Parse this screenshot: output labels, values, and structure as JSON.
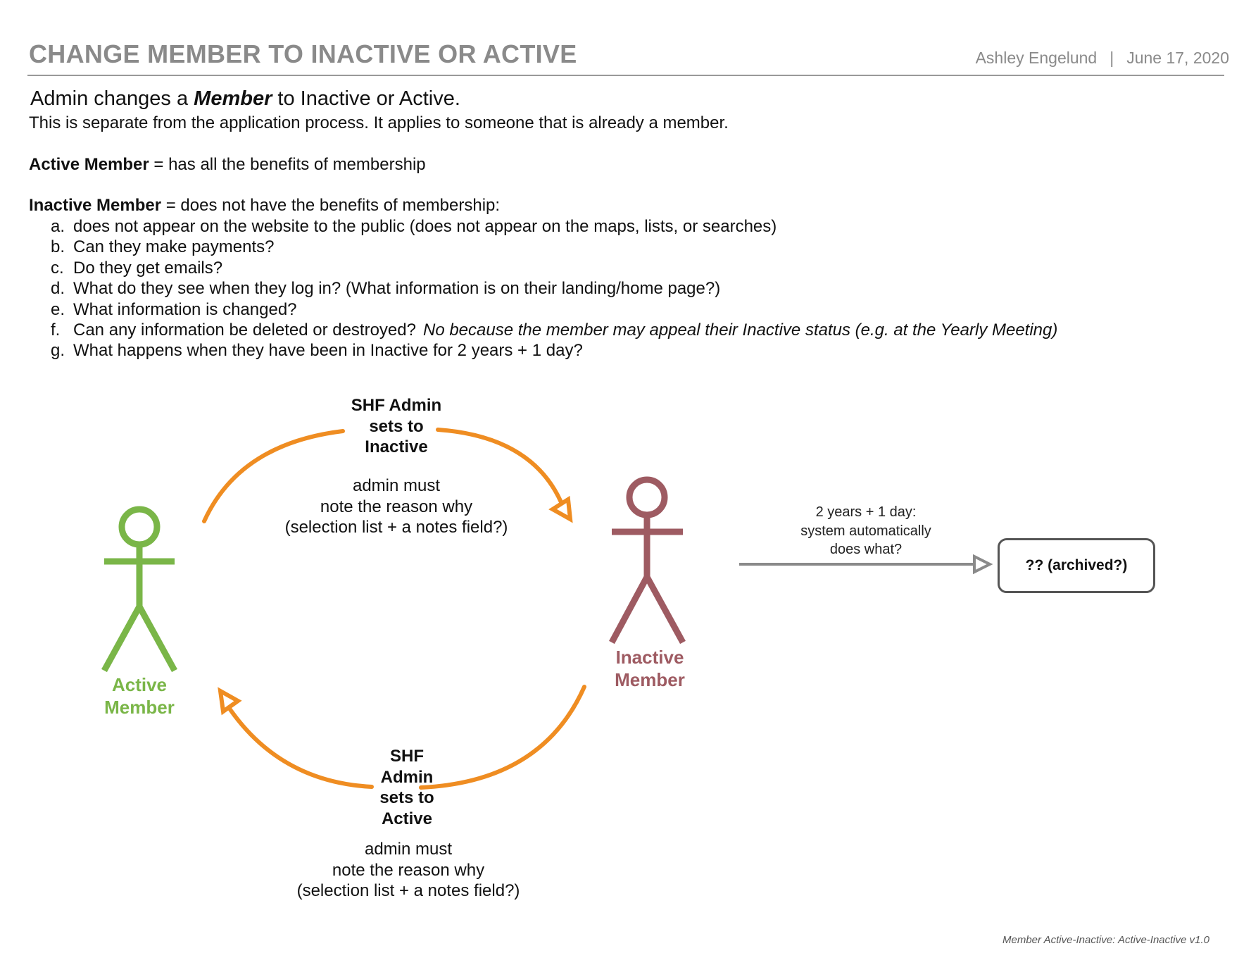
{
  "header": {
    "title": "CHANGE MEMBER TO INACTIVE OR ACTIVE",
    "author": "Ashley Engelund",
    "separator": "|",
    "date": "June 17, 2020"
  },
  "intro": {
    "headline_prefix": "Admin changes a ",
    "headline_member": "Member",
    "headline_suffix": " to Inactive or Active.",
    "subline": "This is separate from the application process.  It applies to someone that is already a member."
  },
  "definitions": {
    "active_term": "Active Member",
    "active_text": " =  has all the benefits of membership",
    "inactive_term": "Inactive Member",
    "inactive_text": " = does not have the benefits of membership:"
  },
  "questions": [
    {
      "letter": "a.",
      "text": "does not appear on the website to the public (does not appear on the maps, lists, or searches)",
      "note": ""
    },
    {
      "letter": "b.",
      "text": "Can they make payments?",
      "note": ""
    },
    {
      "letter": "c.",
      "text": "Do they get emails?",
      "note": ""
    },
    {
      "letter": "d.",
      "text": "What do they see when they log in?  (What information is on their landing/home page?)",
      "note": ""
    },
    {
      "letter": "e.",
      "text": "What information is changed?",
      "note": ""
    },
    {
      "letter": "f.",
      "text": "Can any information be deleted or destroyed?",
      "note": "No because the member may appeal their Inactive status (e.g. at the Yearly Meeting)"
    },
    {
      "letter": "g.",
      "text": "What happens when they have been in Inactive for 2 years + 1 day?",
      "note": ""
    }
  ],
  "diagram": {
    "active_actor": {
      "line1": "Active",
      "line2": "Member",
      "color": "#7ab648"
    },
    "inactive_actor": {
      "line1": "Inactive",
      "line2": "Member",
      "color": "#9e5b62"
    },
    "arc_color": "#ef8d22",
    "to_inactive": {
      "label_lines": [
        "SHF Admin",
        "sets to",
        "Inactive"
      ],
      "note_lines": [
        "admin must",
        "note the reason why",
        "(selection list + a notes field?)"
      ]
    },
    "to_active": {
      "label_lines": [
        "SHF",
        "Admin",
        "sets to",
        "Active"
      ],
      "note_lines": [
        "admin must",
        "note the reason why",
        "(selection list + a notes field?)"
      ]
    },
    "auto_transition": {
      "text_lines": [
        "2 years + 1 day:",
        "system automatically",
        "does what?"
      ],
      "target": "?? (archived?)"
    }
  },
  "footer": "Member Active-Inactive:  Active-Inactive v1.0"
}
